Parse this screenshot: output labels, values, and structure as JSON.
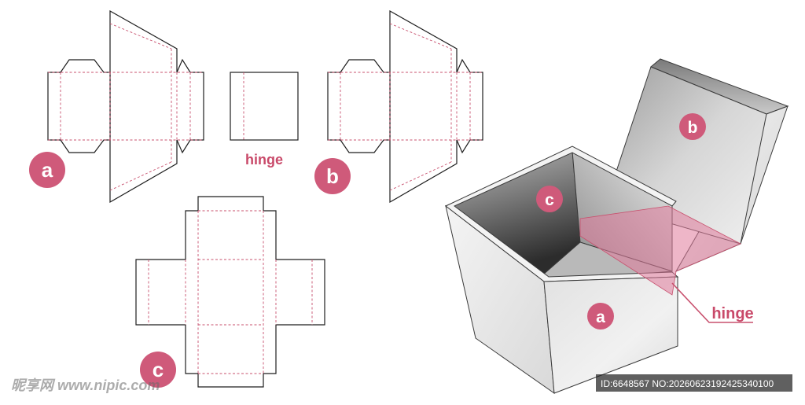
{
  "labels": {
    "panel_a": "a",
    "panel_b": "b",
    "panel_c": "c",
    "hinge_flat": "hinge",
    "hinge_box": "hinge"
  },
  "box_labels": {
    "face_a": "a",
    "face_b": "b",
    "face_c": "c"
  },
  "watermark": {
    "site": "昵享网 www.nipic.com",
    "id_line": "ID:6648567 NO:20260623192425340100"
  },
  "colors": {
    "badge": "#cf5a7a",
    "fold_line": "#c8516e",
    "cut_line": "#1e1e1e",
    "hinge_text": "#c94a6a",
    "hinge_highlight": "#e07a9a"
  }
}
